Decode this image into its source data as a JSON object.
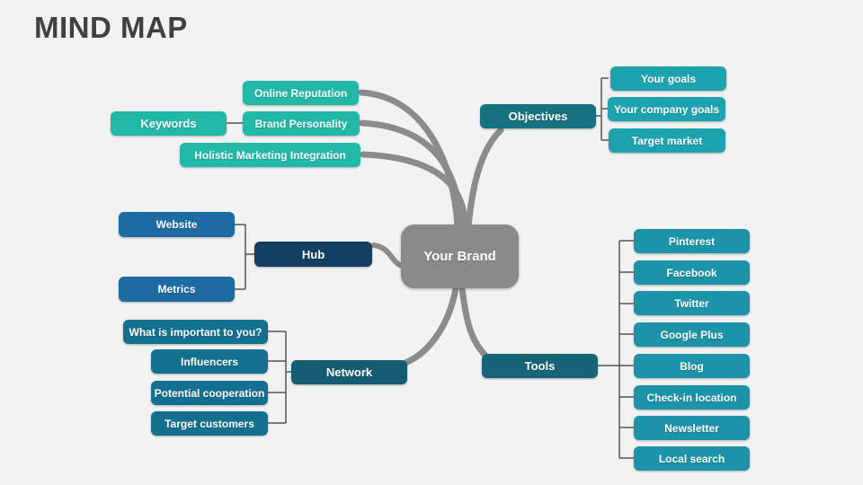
{
  "title": "MIND MAP",
  "center": {
    "label": "Your Brand"
  },
  "branches": {
    "keywords": {
      "label": "Keywords",
      "children": [
        "Online Reputation",
        "Brand Personality",
        "Holistic Marketing Integration"
      ]
    },
    "objectives": {
      "label": "Objectives",
      "children": [
        "Your goals",
        "Your company goals",
        "Target market"
      ]
    },
    "hub": {
      "label": "Hub",
      "children": [
        "Website",
        "Metrics"
      ]
    },
    "network": {
      "label": "Network",
      "children": [
        "What is important to you?",
        "Influencers",
        "Potential cooperation",
        "Target customers"
      ]
    },
    "tools": {
      "label": "Tools",
      "children": [
        "Pinterest",
        "Facebook",
        "Twitter",
        "Google Plus",
        "Blog",
        "Check-in location",
        "Newsletter",
        "Local search"
      ]
    }
  },
  "colors": {
    "title_text": "#404040",
    "background": "#f2f2f3",
    "center_node": "#898989",
    "thick_connector": "#8b8b8b",
    "thin_connector": "#555555",
    "keywords": "#21b8a7",
    "objectives_label": "#17727f",
    "objectives_children": "#1da2b0",
    "hub_label": "#123f63",
    "hub_children": "#1c6ba3",
    "network_label": "#155d73",
    "network_children": "#14708f",
    "tools_label": "#176478",
    "tools_children": "#1b93a8"
  }
}
